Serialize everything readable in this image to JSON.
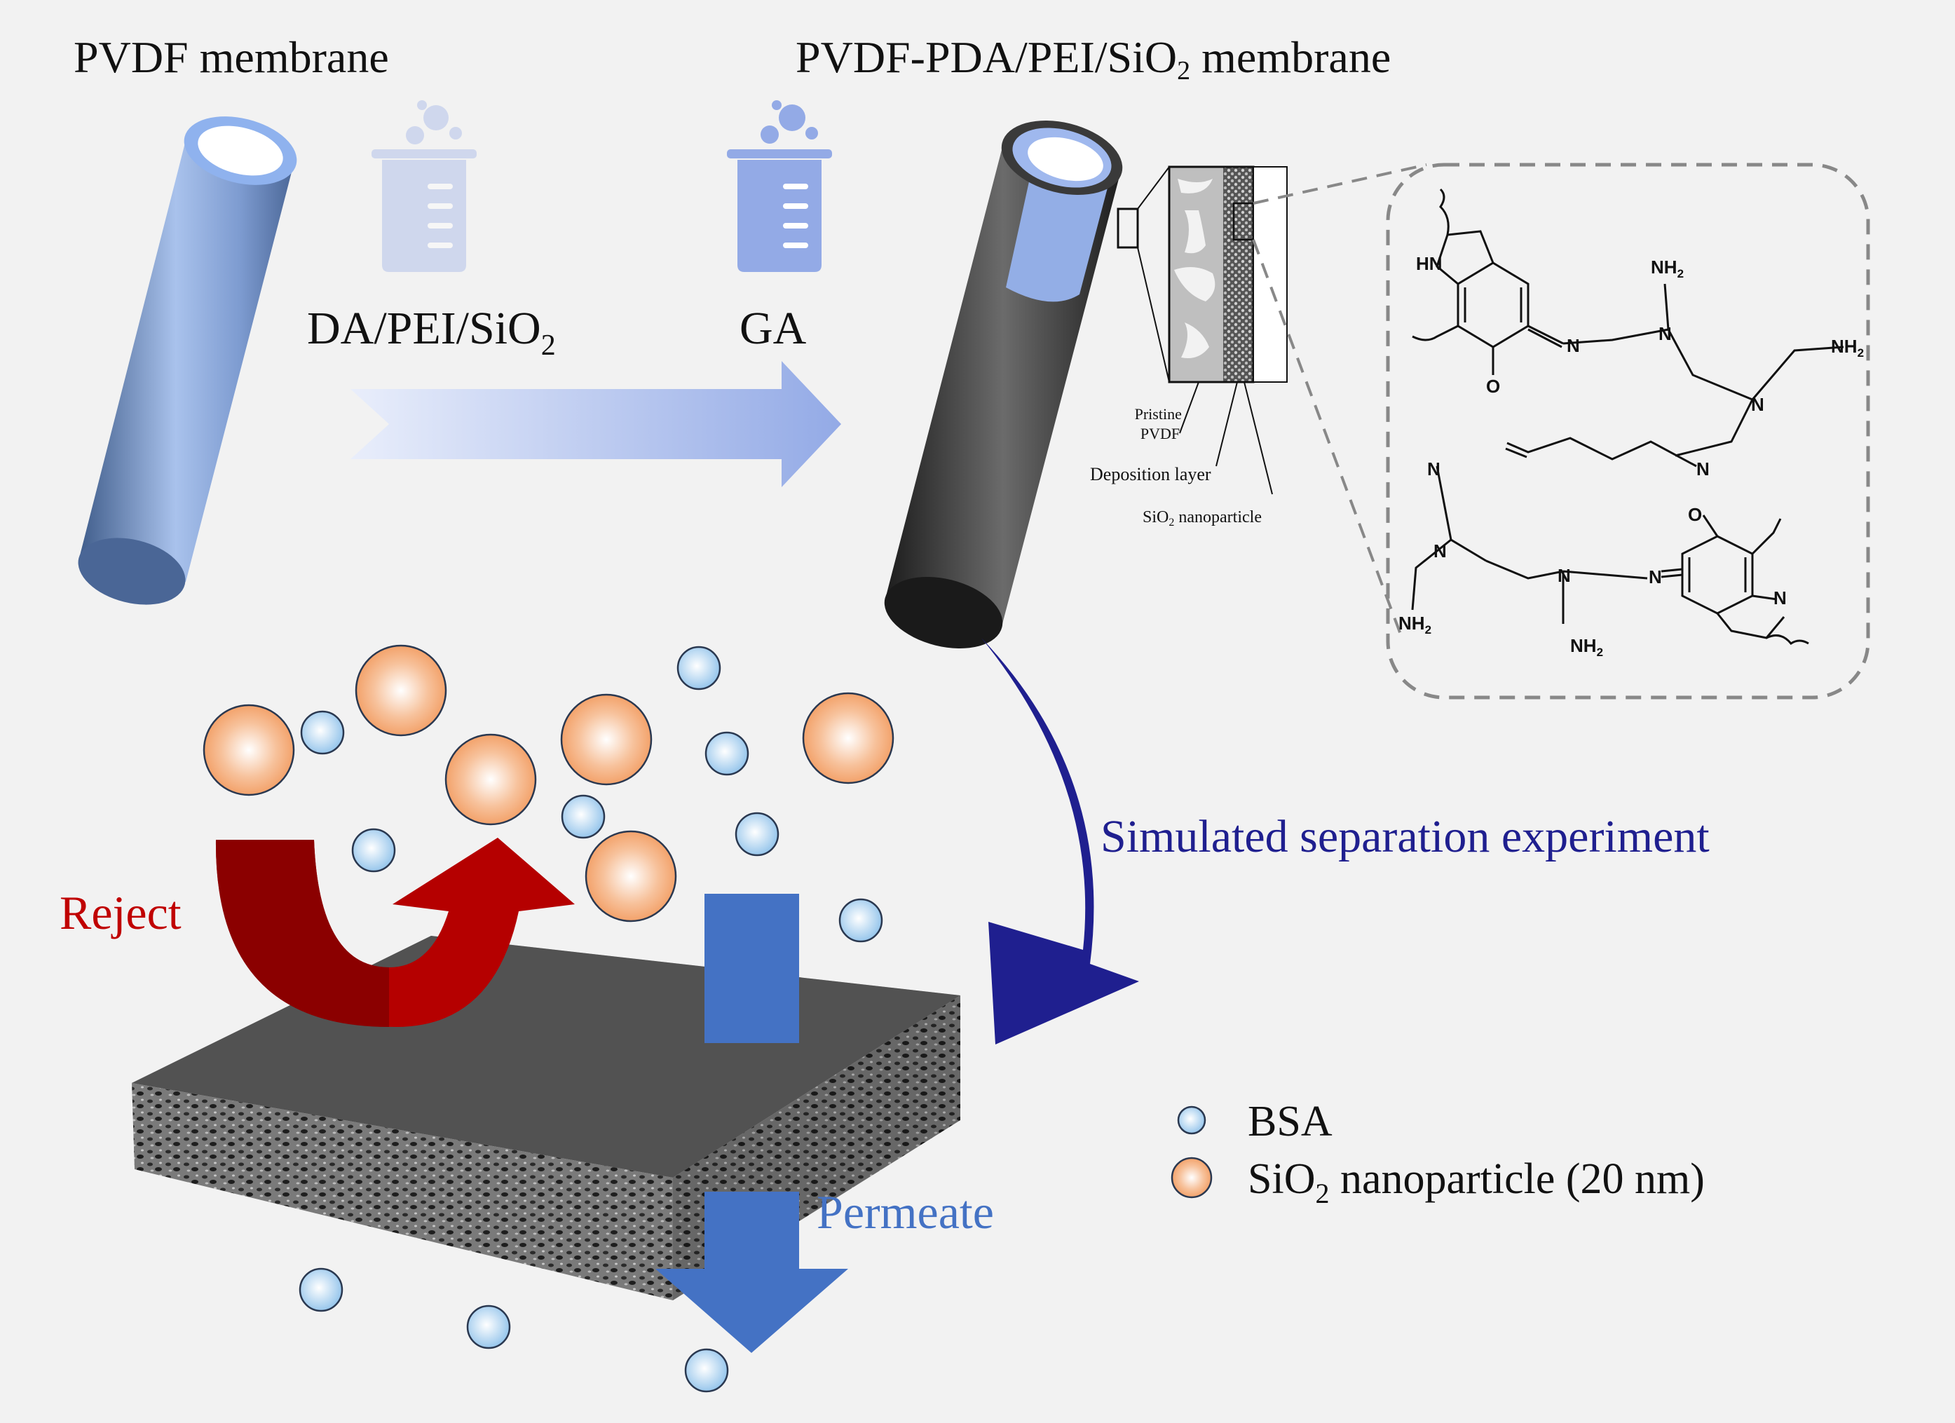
{
  "titles": {
    "pvdf_membrane": "PVDF membrane",
    "modified_prefix": "PVDF-PDA/PEI/SiO",
    "modified_sub": "2",
    "modified_suffix": " membrane"
  },
  "process": {
    "step1_main": "DA/PEI/SiO",
    "step1_sub": "2",
    "step2": "GA"
  },
  "cross_section": {
    "pristine_line1": "Pristine",
    "pristine_line2": "PVDF",
    "deposition_layer": "Deposition layer",
    "sio2_prefix": "SiO",
    "sio2_sub": "2",
    "sio2_suffix": " nanoparticle"
  },
  "chemical_structure": {
    "hn": "HN",
    "n": "N",
    "nh2_base": "NH",
    "nh2_sub": "2",
    "o": "O"
  },
  "separation": {
    "caption": "Simulated separation experiment",
    "reject": "Reject",
    "permeate": "Permeate"
  },
  "legend": {
    "bsa": "BSA",
    "sio2_prefix": "SiO",
    "sio2_sub": "2",
    "sio2_suffix": " nanoparticle (20 nm)"
  },
  "colors": {
    "background": "#f2f2f2",
    "caption_blue": "#1f1f8f",
    "reject_red": "#c00000",
    "permeate_blue": "#4472c4",
    "bsa_fill": "#cfe6f7",
    "sio2_fill": "#f4a56c"
  }
}
